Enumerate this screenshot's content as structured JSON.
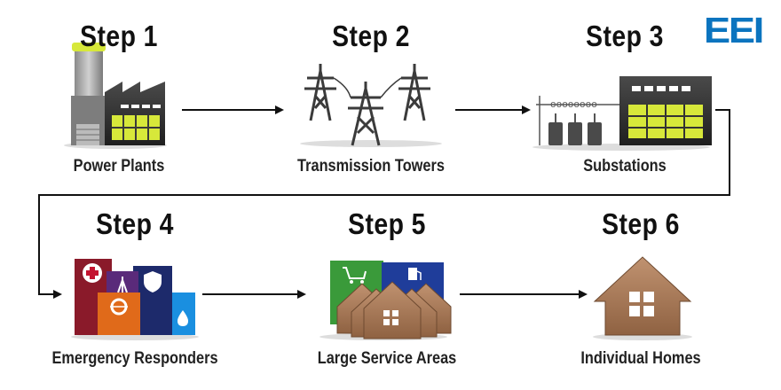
{
  "logo": {
    "text": "EEI",
    "color": "#0b74bf"
  },
  "accent": {
    "lime": "#d7e83a",
    "house_brown": "#a87a55",
    "arrow": "#111111"
  },
  "steps": [
    {
      "title": "Step 1",
      "label": "Power Plants",
      "icon": "power-plant-icon"
    },
    {
      "title": "Step 2",
      "label": "Transmission Towers",
      "icon": "transmission-tower-icon"
    },
    {
      "title": "Step 3",
      "label": "Substations",
      "icon": "substation-icon"
    },
    {
      "title": "Step 4",
      "label": "Emergency Responders",
      "icon": "emergency-responders-icon"
    },
    {
      "title": "Step 5",
      "label": "Large Service Areas",
      "icon": "service-area-icon"
    },
    {
      "title": "Step 6",
      "label": "Individual Homes",
      "icon": "home-icon"
    }
  ]
}
